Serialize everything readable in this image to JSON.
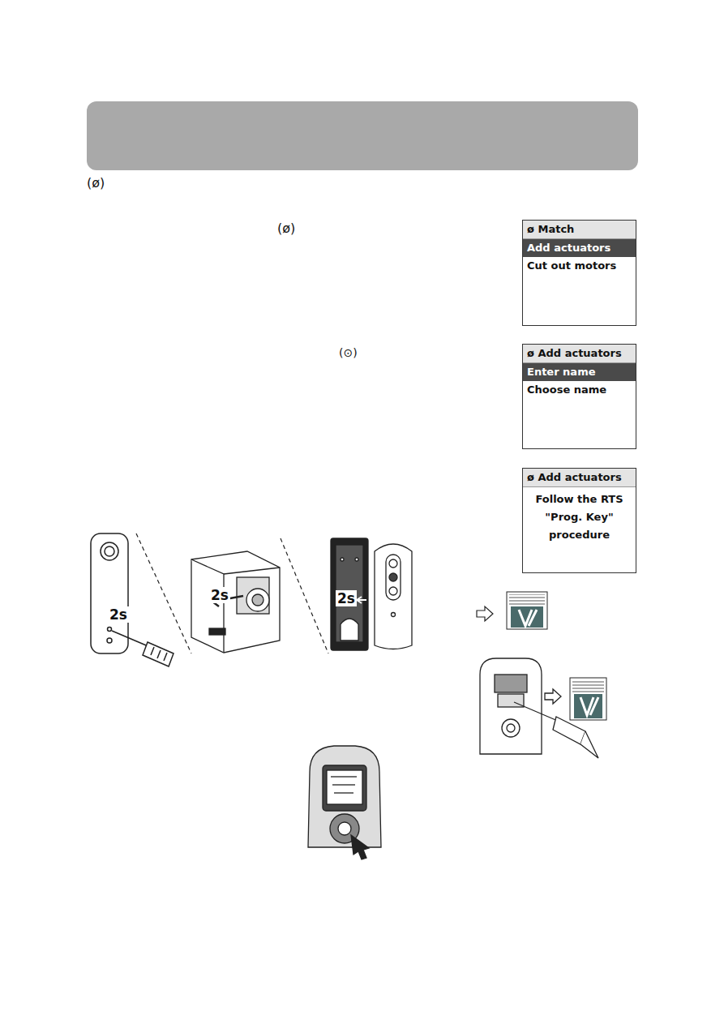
{
  "diagram": {
    "nodes": [
      {
        "text": [
          "ø Match",
          "Add actuators",
          "Cut out motors"
        ]
      },
      {
        "text": [
          "ø Add actuators",
          "Enter name",
          "Choose name"
        ]
      },
      {
        "text": [
          "ø Add actuators",
          "Follow the RTS \"Prog. Key\" procedure"
        ]
      }
    ],
    "labels": [
      "(ø)",
      "(ø)",
      "(⊙)",
      "2s",
      "2s",
      "2s"
    ]
  }
}
